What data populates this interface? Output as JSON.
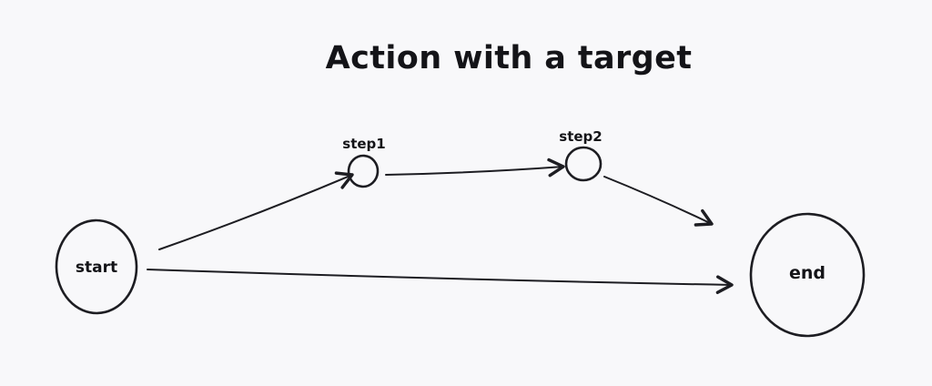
{
  "title": "Action with a target",
  "colors": {
    "background": "#f8f8fa",
    "stroke": "#1d1d22",
    "text": "#141418"
  },
  "nodes": {
    "start": {
      "label": "start",
      "shape": "ellipse"
    },
    "step1": {
      "label": "step1",
      "shape": "circle"
    },
    "step2": {
      "label": "step2",
      "shape": "circle"
    },
    "end": {
      "label": "end",
      "shape": "ellipse"
    }
  },
  "edges": [
    {
      "from": "start",
      "to": "step1",
      "arrow": true
    },
    {
      "from": "step1",
      "to": "step2",
      "arrow": true
    },
    {
      "from": "step2",
      "to": "end",
      "arrow": true
    },
    {
      "from": "start",
      "to": "end",
      "arrow": true
    }
  ]
}
